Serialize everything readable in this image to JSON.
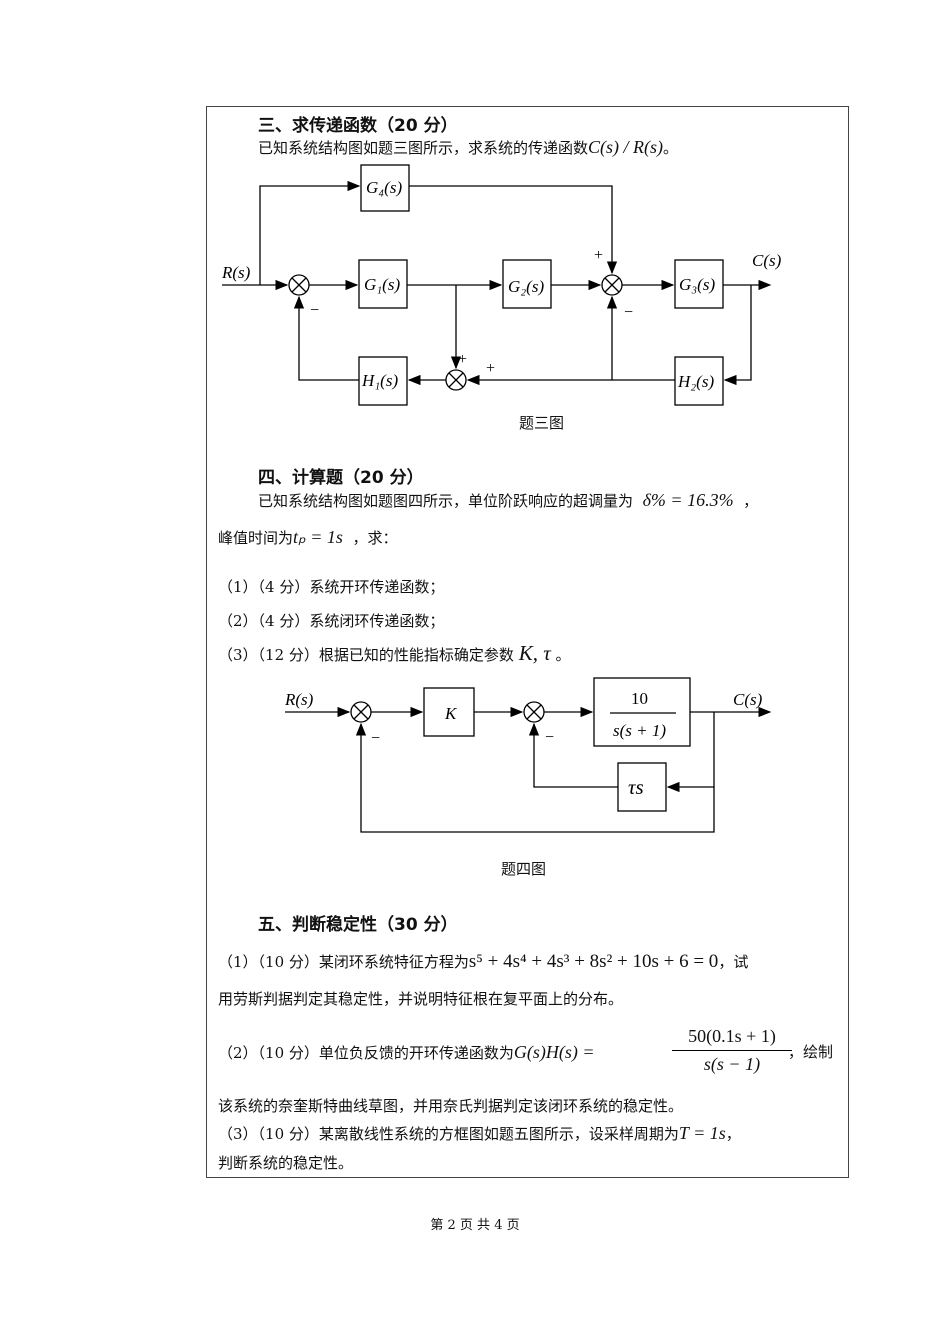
{
  "section3": {
    "heading": "三、求传递函数（20 分）",
    "body": "已知系统结构图如题三图所示，求系统的传递函数",
    "body_math": "C(s) / R(s)",
    "body_end": "。",
    "diagram": {
      "input": "R(s)",
      "output": "C(s)",
      "g1": "G₁(s)",
      "g2": "G₂(s)",
      "g3": "G₃(s)",
      "g4": "G₄(s)",
      "h1": "H₁(s)",
      "h2": "H₂(s)",
      "plus": "+",
      "minus": "−"
    },
    "caption": "题三图"
  },
  "section4": {
    "heading": "四、计算题（20 分）",
    "line1": "已知系统结构图如题图四所示，单位阶跃响应的超调量为",
    "line1_math": "δ% = 16.3%",
    "line1_end": "，",
    "line2": "峰值时间为",
    "line2_math": "tₚ = 1s",
    "line2_end": "，求：",
    "item1": "（1）（4 分）系统开环传递函数；",
    "item2": "（2）（4 分）系统闭环传递函数；",
    "item3": "（3）（12 分）根据已知的性能指标确定参数",
    "item3_math": "K, τ",
    "item3_end": "。",
    "diagram": {
      "input": "R(s)",
      "output": "C(s)",
      "k": "K",
      "num": "10",
      "den": "s(s + 1)",
      "fb": "τs",
      "minus": "−"
    },
    "caption": "题四图"
  },
  "section5": {
    "heading": "五、判断稳定性（30 分）",
    "p1_a": "（1）（10 分）某闭环系统特征方程为",
    "p1_math": "s⁵ + 4s⁴ + 4s³ + 8s² + 10s + 6 = 0",
    "p1_b": "，试",
    "p1_c": "用劳斯判据判定其稳定性，并说明特征根在复平面上的分布。",
    "p2_a": "（2）（10 分）单位负反馈的开环传递函数为",
    "p2_lhs": "G(s)H(s) =",
    "p2_num": "50(0.1s + 1)",
    "p2_den": "s(s − 1)",
    "p2_b": "，绘制",
    "p2_c": "该系统的奈奎斯特曲线草图，并用奈氏判据判定该闭环系统的稳定性。",
    "p3_a": "（3）（10 分）某离散线性系统的方框图如题五图所示，设采样周期为",
    "p3_math": "T = 1s",
    "p3_b": "，",
    "p3_c": "判断系统的稳定性。"
  },
  "footer": "第 2 页 共 4 页"
}
